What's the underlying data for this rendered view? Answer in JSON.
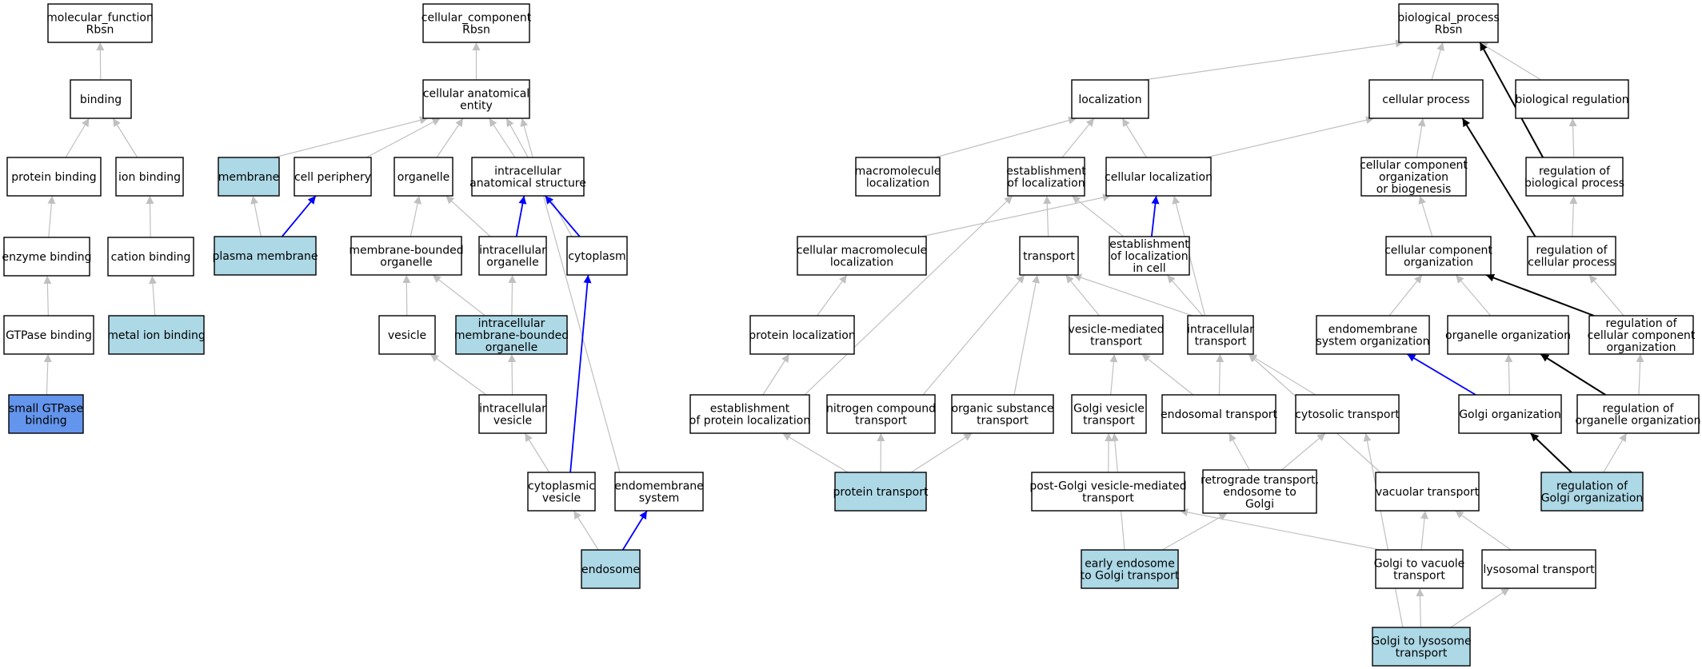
{
  "colors": {
    "node_default": "#ffffff",
    "node_highlight": "#add8e6",
    "node_selected": "#6495ed",
    "edge_default": "#c0c0c0",
    "edge_part_of": "#0000ff",
    "edge_regulates": "#000000"
  },
  "nodes": [
    {
      "id": "mf",
      "label": [
        "molecular_function",
        "Rbsn"
      ],
      "fill": "white"
    },
    {
      "id": "binding",
      "label": [
        "binding"
      ],
      "fill": "white"
    },
    {
      "id": "protein_binding",
      "label": [
        "protein binding"
      ],
      "fill": "white"
    },
    {
      "id": "ion_binding",
      "label": [
        "ion binding"
      ],
      "fill": "white"
    },
    {
      "id": "enzyme_binding",
      "label": [
        "enzyme binding"
      ],
      "fill": "white"
    },
    {
      "id": "cation_binding",
      "label": [
        "cation binding"
      ],
      "fill": "white"
    },
    {
      "id": "gtpase_binding",
      "label": [
        "GTPase binding"
      ],
      "fill": "white"
    },
    {
      "id": "metal_ion_binding",
      "label": [
        "metal ion binding"
      ],
      "fill": "lightblue"
    },
    {
      "id": "small_gtpase_binding",
      "label": [
        "small GTPase",
        "binding"
      ],
      "fill": "selected"
    },
    {
      "id": "cc",
      "label": [
        "cellular_component",
        "Rbsn"
      ],
      "fill": "white"
    },
    {
      "id": "cae",
      "label": [
        "cellular anatomical",
        "entity"
      ],
      "fill": "white"
    },
    {
      "id": "membrane",
      "label": [
        "membrane"
      ],
      "fill": "lightblue"
    },
    {
      "id": "cell_periphery",
      "label": [
        "cell periphery"
      ],
      "fill": "white"
    },
    {
      "id": "organelle",
      "label": [
        "organelle"
      ],
      "fill": "white"
    },
    {
      "id": "ias",
      "label": [
        "intracellular",
        "anatomical structure"
      ],
      "fill": "white"
    },
    {
      "id": "plasma_membrane",
      "label": [
        "plasma membrane"
      ],
      "fill": "lightblue"
    },
    {
      "id": "mbo",
      "label": [
        "membrane-bounded",
        "organelle"
      ],
      "fill": "white"
    },
    {
      "id": "io",
      "label": [
        "intracellular",
        "organelle"
      ],
      "fill": "white"
    },
    {
      "id": "cytoplasm",
      "label": [
        "cytoplasm"
      ],
      "fill": "white"
    },
    {
      "id": "vesicle",
      "label": [
        "vesicle"
      ],
      "fill": "white"
    },
    {
      "id": "imbo",
      "label": [
        "intracellular",
        "membrane-bounded",
        "organelle"
      ],
      "fill": "lightblue"
    },
    {
      "id": "iv",
      "label": [
        "intracellular",
        "vesicle"
      ],
      "fill": "white"
    },
    {
      "id": "cv",
      "label": [
        "cytoplasmic",
        "vesicle"
      ],
      "fill": "white"
    },
    {
      "id": "ems",
      "label": [
        "endomembrane",
        "system"
      ],
      "fill": "white"
    },
    {
      "id": "endosome",
      "label": [
        "endosome"
      ],
      "fill": "lightblue"
    },
    {
      "id": "bp",
      "label": [
        "biological_process",
        "Rbsn"
      ],
      "fill": "white"
    },
    {
      "id": "localization",
      "label": [
        "localization"
      ],
      "fill": "white"
    },
    {
      "id": "cellular_process",
      "label": [
        "cellular process"
      ],
      "fill": "white"
    },
    {
      "id": "biological_regulation",
      "label": [
        "biological regulation"
      ],
      "fill": "white"
    },
    {
      "id": "mloc",
      "label": [
        "macromolecule",
        "localization"
      ],
      "fill": "white"
    },
    {
      "id": "eloc",
      "label": [
        "establishment",
        "of localization"
      ],
      "fill": "white"
    },
    {
      "id": "cloc",
      "label": [
        "cellular localization"
      ],
      "fill": "white"
    },
    {
      "id": "ccob",
      "label": [
        "cellular component",
        "organization",
        "or biogenesis"
      ],
      "fill": "white"
    },
    {
      "id": "rbp",
      "label": [
        "regulation of",
        "biological process"
      ],
      "fill": "white"
    },
    {
      "id": "cmloc",
      "label": [
        "cellular macromolecule",
        "localization"
      ],
      "fill": "white"
    },
    {
      "id": "transport",
      "label": [
        "transport"
      ],
      "fill": "white"
    },
    {
      "id": "elic",
      "label": [
        "establishment",
        "of localization",
        "in cell"
      ],
      "fill": "white"
    },
    {
      "id": "cco",
      "label": [
        "cellular component",
        "organization"
      ],
      "fill": "white"
    },
    {
      "id": "rcp",
      "label": [
        "regulation of",
        "cellular process"
      ],
      "fill": "white"
    },
    {
      "id": "ploc",
      "label": [
        "protein localization"
      ],
      "fill": "white"
    },
    {
      "id": "vmt",
      "label": [
        "vesicle-mediated",
        "transport"
      ],
      "fill": "white"
    },
    {
      "id": "it",
      "label": [
        "intracellular",
        "transport"
      ],
      "fill": "white"
    },
    {
      "id": "emso",
      "label": [
        "endomembrane",
        "system organization"
      ],
      "fill": "white"
    },
    {
      "id": "oo",
      "label": [
        "organelle organization"
      ],
      "fill": "white"
    },
    {
      "id": "rccco",
      "label": [
        "regulation of",
        "cellular component",
        "organization"
      ],
      "fill": "white"
    },
    {
      "id": "epl",
      "label": [
        "establishment",
        "of protein localization"
      ],
      "fill": "white"
    },
    {
      "id": "nct",
      "label": [
        "nitrogen compound",
        "transport"
      ],
      "fill": "white"
    },
    {
      "id": "ost",
      "label": [
        "organic substance",
        "transport"
      ],
      "fill": "white"
    },
    {
      "id": "gvt",
      "label": [
        "Golgi vesicle",
        "transport"
      ],
      "fill": "white"
    },
    {
      "id": "et",
      "label": [
        "endosomal transport"
      ],
      "fill": "white"
    },
    {
      "id": "ct",
      "label": [
        "cytosolic transport"
      ],
      "fill": "white"
    },
    {
      "id": "go",
      "label": [
        "Golgi organization"
      ],
      "fill": "white"
    },
    {
      "id": "roo",
      "label": [
        "regulation of",
        "organelle organization"
      ],
      "fill": "white"
    },
    {
      "id": "pt",
      "label": [
        "protein transport"
      ],
      "fill": "lightblue"
    },
    {
      "id": "pgvmt",
      "label": [
        "post-Golgi vesicle-mediated",
        "transport"
      ],
      "fill": "white"
    },
    {
      "id": "rteg",
      "label": [
        "retrograde transport,",
        "endosome to",
        "Golgi"
      ],
      "fill": "white"
    },
    {
      "id": "vt",
      "label": [
        "vacuolar transport"
      ],
      "fill": "white"
    },
    {
      "id": "rgo",
      "label": [
        "regulation of",
        "Golgi organization"
      ],
      "fill": "lightblue"
    },
    {
      "id": "eegt",
      "label": [
        "early endosome",
        "to Golgi transport"
      ],
      "fill": "lightblue"
    },
    {
      "id": "gvac",
      "label": [
        "Golgi to vacuole",
        "transport"
      ],
      "fill": "white"
    },
    {
      "id": "lt",
      "label": [
        "lysosomal transport"
      ],
      "fill": "white"
    },
    {
      "id": "glt",
      "label": [
        "Golgi to lysosome",
        "transport"
      ],
      "fill": "lightblue"
    }
  ],
  "edges": [
    {
      "from": "binding",
      "to": "mf",
      "kind": "is_a"
    },
    {
      "from": "protein_binding",
      "to": "binding",
      "kind": "is_a"
    },
    {
      "from": "ion_binding",
      "to": "binding",
      "kind": "is_a"
    },
    {
      "from": "enzyme_binding",
      "to": "protein_binding",
      "kind": "is_a"
    },
    {
      "from": "cation_binding",
      "to": "ion_binding",
      "kind": "is_a"
    },
    {
      "from": "gtpase_binding",
      "to": "enzyme_binding",
      "kind": "is_a"
    },
    {
      "from": "metal_ion_binding",
      "to": "cation_binding",
      "kind": "is_a"
    },
    {
      "from": "small_gtpase_binding",
      "to": "gtpase_binding",
      "kind": "is_a"
    },
    {
      "from": "cae",
      "to": "cc",
      "kind": "is_a"
    },
    {
      "from": "membrane",
      "to": "cae",
      "kind": "is_a"
    },
    {
      "from": "cell_periphery",
      "to": "cae",
      "kind": "is_a"
    },
    {
      "from": "organelle",
      "to": "cae",
      "kind": "is_a"
    },
    {
      "from": "ias",
      "to": "cae",
      "kind": "is_a"
    },
    {
      "from": "cytoplasm",
      "to": "cae",
      "kind": "is_a"
    },
    {
      "from": "ems",
      "to": "cae",
      "kind": "is_a"
    },
    {
      "from": "plasma_membrane",
      "to": "membrane",
      "kind": "is_a"
    },
    {
      "from": "plasma_membrane",
      "to": "cell_periphery",
      "kind": "part_of"
    },
    {
      "from": "mbo",
      "to": "organelle",
      "kind": "is_a"
    },
    {
      "from": "io",
      "to": "organelle",
      "kind": "is_a"
    },
    {
      "from": "io",
      "to": "ias",
      "kind": "part_of"
    },
    {
      "from": "cytoplasm",
      "to": "ias",
      "kind": "part_of"
    },
    {
      "from": "vesicle",
      "to": "mbo",
      "kind": "is_a"
    },
    {
      "from": "imbo",
      "to": "mbo",
      "kind": "is_a"
    },
    {
      "from": "imbo",
      "to": "io",
      "kind": "is_a"
    },
    {
      "from": "iv",
      "to": "vesicle",
      "kind": "is_a"
    },
    {
      "from": "iv",
      "to": "imbo",
      "kind": "is_a"
    },
    {
      "from": "cv",
      "to": "iv",
      "kind": "is_a"
    },
    {
      "from": "cv",
      "to": "cytoplasm",
      "kind": "part_of"
    },
    {
      "from": "endosome",
      "to": "cv",
      "kind": "is_a"
    },
    {
      "from": "endosome",
      "to": "ems",
      "kind": "part_of"
    },
    {
      "from": "localization",
      "to": "bp",
      "kind": "is_a"
    },
    {
      "from": "cellular_process",
      "to": "bp",
      "kind": "is_a"
    },
    {
      "from": "biological_regulation",
      "to": "bp",
      "kind": "is_a"
    },
    {
      "from": "rbp",
      "to": "bp",
      "kind": "regulates"
    },
    {
      "from": "mloc",
      "to": "localization",
      "kind": "is_a"
    },
    {
      "from": "eloc",
      "to": "localization",
      "kind": "is_a"
    },
    {
      "from": "cloc",
      "to": "localization",
      "kind": "is_a"
    },
    {
      "from": "cloc",
      "to": "cellular_process",
      "kind": "is_a"
    },
    {
      "from": "ccob",
      "to": "cellular_process",
      "kind": "is_a"
    },
    {
      "from": "rcp",
      "to": "cellular_process",
      "kind": "regulates"
    },
    {
      "from": "rbp",
      "to": "biological_regulation",
      "kind": "is_a"
    },
    {
      "from": "cmloc",
      "to": "cloc",
      "kind": "is_a"
    },
    {
      "from": "transport",
      "to": "eloc",
      "kind": "is_a"
    },
    {
      "from": "elic",
      "to": "eloc",
      "kind": "is_a"
    },
    {
      "from": "elic",
      "to": "cloc",
      "kind": "part_of"
    },
    {
      "from": "it",
      "to": "cloc",
      "kind": "is_a"
    },
    {
      "from": "cco",
      "to": "ccob",
      "kind": "is_a"
    },
    {
      "from": "rcp",
      "to": "rbp",
      "kind": "is_a"
    },
    {
      "from": "ploc",
      "to": "cmloc",
      "kind": "is_a"
    },
    {
      "from": "epl",
      "to": "eloc",
      "kind": "is_a"
    },
    {
      "from": "vmt",
      "to": "transport",
      "kind": "is_a"
    },
    {
      "from": "it",
      "to": "transport",
      "kind": "is_a"
    },
    {
      "from": "it",
      "to": "elic",
      "kind": "is_a"
    },
    {
      "from": "nct",
      "to": "transport",
      "kind": "is_a"
    },
    {
      "from": "ost",
      "to": "transport",
      "kind": "is_a"
    },
    {
      "from": "emso",
      "to": "cco",
      "kind": "is_a"
    },
    {
      "from": "oo",
      "to": "cco",
      "kind": "is_a"
    },
    {
      "from": "rccco",
      "to": "cco",
      "kind": "regulates"
    },
    {
      "from": "rccco",
      "to": "rcp",
      "kind": "is_a"
    },
    {
      "from": "epl",
      "to": "ploc",
      "kind": "is_a"
    },
    {
      "from": "gvt",
      "to": "vmt",
      "kind": "is_a"
    },
    {
      "from": "et",
      "to": "vmt",
      "kind": "is_a"
    },
    {
      "from": "et",
      "to": "it",
      "kind": "is_a"
    },
    {
      "from": "ct",
      "to": "it",
      "kind": "is_a"
    },
    {
      "from": "vt",
      "to": "it",
      "kind": "is_a"
    },
    {
      "from": "go",
      "to": "emso",
      "kind": "part_of"
    },
    {
      "from": "go",
      "to": "oo",
      "kind": "is_a"
    },
    {
      "from": "roo",
      "to": "oo",
      "kind": "regulates"
    },
    {
      "from": "roo",
      "to": "rccco",
      "kind": "is_a"
    },
    {
      "from": "pt",
      "to": "epl",
      "kind": "is_a"
    },
    {
      "from": "pt",
      "to": "nct",
      "kind": "is_a"
    },
    {
      "from": "pt",
      "to": "ost",
      "kind": "is_a"
    },
    {
      "from": "pgvmt",
      "to": "gvt",
      "kind": "is_a"
    },
    {
      "from": "rteg",
      "to": "et",
      "kind": "is_a"
    },
    {
      "from": "rteg",
      "to": "ct",
      "kind": "is_a"
    },
    {
      "from": "rgo",
      "to": "go",
      "kind": "regulates"
    },
    {
      "from": "rgo",
      "to": "roo",
      "kind": "is_a"
    },
    {
      "from": "eegt",
      "to": "gvt",
      "kind": "is_a"
    },
    {
      "from": "eegt",
      "to": "rteg",
      "kind": "is_a"
    },
    {
      "from": "gvac",
      "to": "pgvmt",
      "kind": "is_a"
    },
    {
      "from": "gvac",
      "to": "vt",
      "kind": "is_a"
    },
    {
      "from": "lt",
      "to": "vt",
      "kind": "is_a"
    },
    {
      "from": "glt",
      "to": "gvac",
      "kind": "is_a"
    },
    {
      "from": "glt",
      "to": "lt",
      "kind": "is_a"
    },
    {
      "from": "glt",
      "to": "ct",
      "kind": "is_a"
    }
  ]
}
